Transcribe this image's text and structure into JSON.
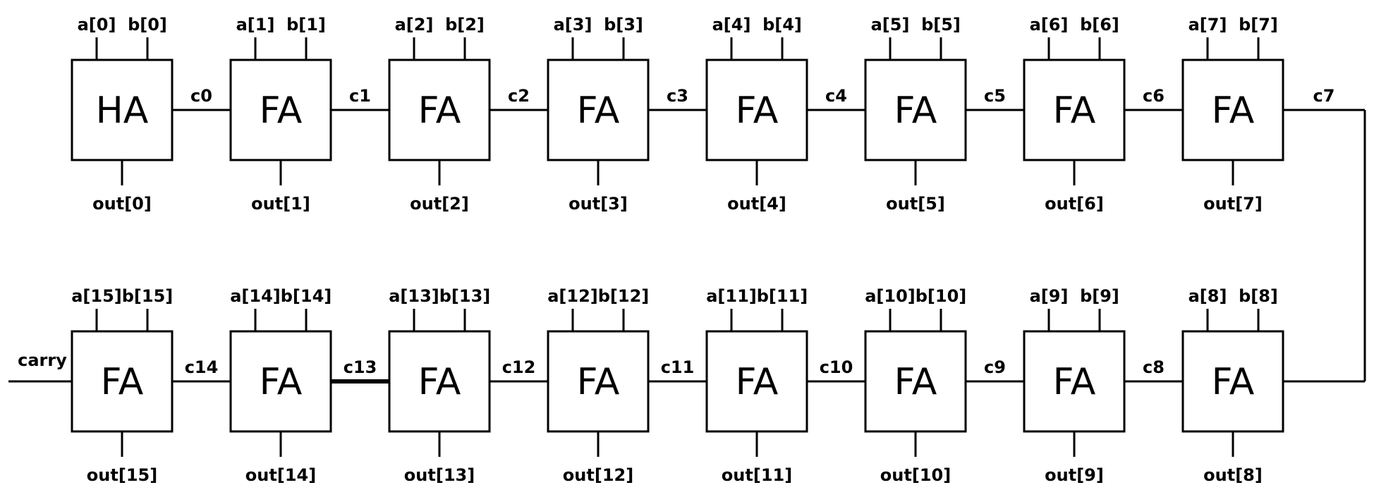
{
  "top_row": [
    {
      "block": "HA",
      "a": "a[0]",
      "b": "b[0]",
      "out": "out[0]",
      "carry": "c0"
    },
    {
      "block": "FA",
      "a": "a[1]",
      "b": "b[1]",
      "out": "out[1]",
      "carry": "c1"
    },
    {
      "block": "FA",
      "a": "a[2]",
      "b": "b[2]",
      "out": "out[2]",
      "carry": "c2"
    },
    {
      "block": "FA",
      "a": "a[3]",
      "b": "b[3]",
      "out": "out[3]",
      "carry": "c3"
    },
    {
      "block": "FA",
      "a": "a[4]",
      "b": "b[4]",
      "out": "out[4]",
      "carry": "c4"
    },
    {
      "block": "FA",
      "a": "a[5]",
      "b": "b[5]",
      "out": "out[5]",
      "carry": "c5"
    },
    {
      "block": "FA",
      "a": "a[6]",
      "b": "b[6]",
      "out": "out[6]",
      "carry": "c6"
    },
    {
      "block": "FA",
      "a": "a[7]",
      "b": "b[7]",
      "out": "out[7]",
      "carry": "c7"
    }
  ],
  "bottom_row": [
    {
      "block": "FA",
      "a": "a[15]",
      "b": "b[15]",
      "out": "out[15]",
      "carry": "carry"
    },
    {
      "block": "FA",
      "a": "a[14]",
      "b": "b[14]",
      "out": "out[14]",
      "carry": "c14"
    },
    {
      "block": "FA",
      "a": "a[13]",
      "b": "b[13]",
      "out": "out[13]",
      "carry": "c13"
    },
    {
      "block": "FA",
      "a": "a[12]",
      "b": "b[12]",
      "out": "out[12]",
      "carry": "c12"
    },
    {
      "block": "FA",
      "a": "a[11]",
      "b": "b[11]",
      "out": "out[11]",
      "carry": "c11"
    },
    {
      "block": "FA",
      "a": "a[10]",
      "b": "b[10]",
      "out": "out[10]",
      "carry": "c10"
    },
    {
      "block": "FA",
      "a": "a[9]",
      "b": "b[9]",
      "out": "out[9]",
      "carry": "c9"
    },
    {
      "block": "FA",
      "a": "a[8]",
      "b": "b[8]",
      "out": "out[8]",
      "carry": "c8"
    }
  ]
}
